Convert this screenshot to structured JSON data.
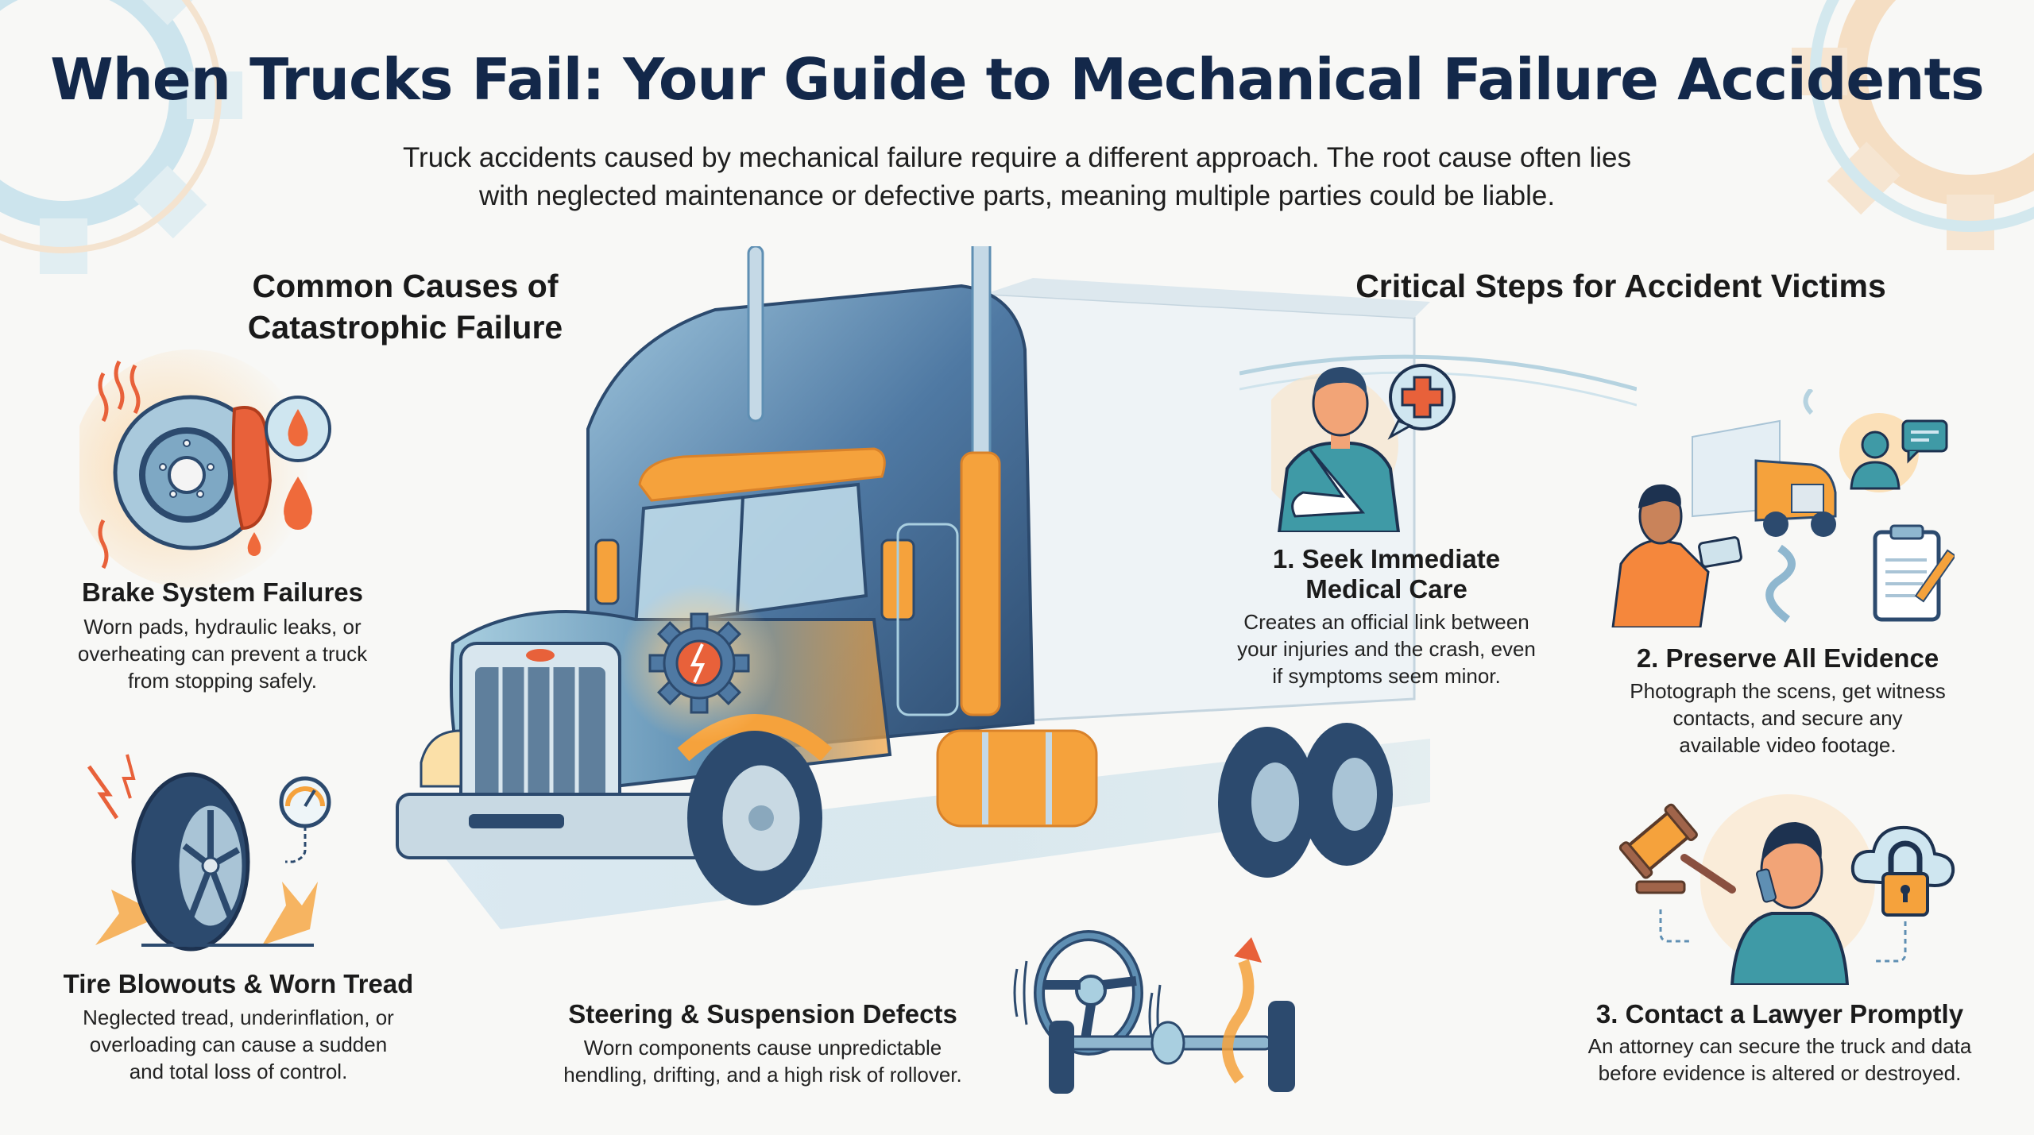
{
  "header": {
    "title": "When Trucks Fail: Your Guide to Mechanical Failure Accidents",
    "subtitle_line1": "Truck accidents caused by mechanical failure require a different approach. The root cause often lies",
    "subtitle_line2": "with neglected maintenance or defective parts, meaning multiple parties could be liable."
  },
  "causes": {
    "heading_line1": "Common Causes of",
    "heading_line2": "Catastrophic Failure",
    "items": [
      {
        "icon": "brake-disc-icon",
        "title": "Brake System Failures",
        "desc_lines": [
          "Worn pads, hydraulic leaks, or",
          "overheating can prevent a truck",
          "from stopping safely."
        ]
      },
      {
        "icon": "tire-blowout-icon",
        "title": "Tire Blowouts & Worn Tread",
        "desc_lines": [
          "Neglected tread, underinflation, or",
          "overloading can cause a sudden",
          "and total loss of control."
        ]
      },
      {
        "icon": "steering-axle-icon",
        "title": "Steering & Suspension Defects",
        "desc_lines": [
          "Worn components cause unpredictable",
          "hendling, drifting, and a high risk of rollover."
        ]
      }
    ]
  },
  "steps": {
    "heading": "Critical Steps for Accident Victims",
    "items": [
      {
        "icon": "injured-person-medical-icon",
        "title_lines": [
          "1. Seek Immediate",
          "Medical Care"
        ],
        "desc_lines": [
          "Creates an official link between",
          "your injuries and the crash, even",
          "if symptoms seem minor."
        ]
      },
      {
        "icon": "photograph-evidence-icon",
        "title_lines": [
          "2. Preserve All Evidence"
        ],
        "desc_lines": [
          "Photograph the scens, get witness",
          "contacts, and secure any",
          "available video footage."
        ]
      },
      {
        "icon": "lawyer-call-icon",
        "title_lines": [
          "3. Contact a Lawyer Promptly"
        ],
        "desc_lines": [
          "An attorney can secure the truck and data",
          "before evidence is altered or destroyed."
        ]
      }
    ]
  },
  "illustration": {
    "subject": "semi-truck-with-failing-gear",
    "colors": {
      "navy": "#2c4a6e",
      "steel_blue": "#5f8fb3",
      "light_blue": "#a9cfe0",
      "orange": "#f5a23c",
      "red_orange": "#e8613a",
      "teal": "#3f9aa6",
      "skin": "#f2a477"
    }
  }
}
